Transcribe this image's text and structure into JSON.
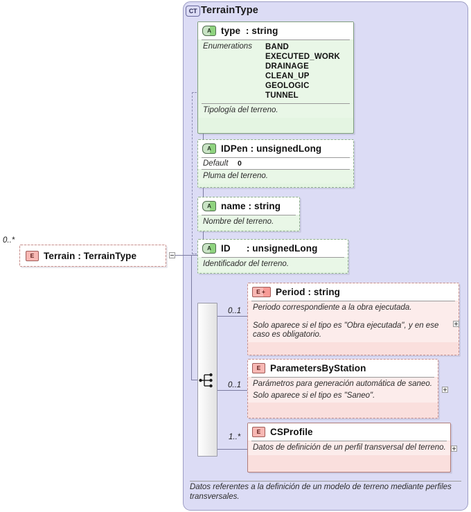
{
  "complex_type": {
    "badge": "CT",
    "name": "TerrainType",
    "annotation": "Datos referentes a la definición de un modelo de terreno mediante perfiles transversales."
  },
  "root_element": {
    "badge": "E",
    "label": "Terrain : TerrainType",
    "occurrence": "0..*",
    "toggle": "minus-toggle"
  },
  "attributes": [
    {
      "badge": "A",
      "name": "type",
      "separator": ":",
      "datatype": "string",
      "facet_label": "Enumerations",
      "enumerations": [
        "BAND",
        "EXECUTED_WORK",
        "DRAINAGE",
        "CLEAN_UP",
        "GEOLOGIC",
        "TUNNEL"
      ],
      "annotation": "Tipología del terreno."
    },
    {
      "badge": "A",
      "name": "IDPen",
      "separator": ":",
      "datatype": "unsignedLong",
      "default_label": "Default",
      "default_value": "0",
      "annotation": "Pluma del terreno."
    },
    {
      "badge": "A",
      "name": "name",
      "separator": ":",
      "datatype": "string",
      "annotation": "Nombre del terreno."
    },
    {
      "badge": "A",
      "name": "ID",
      "separator": ":",
      "datatype": "unsignedLong",
      "annotation": "Identificador del terreno."
    }
  ],
  "compositor": {
    "kind": "sequence-icon"
  },
  "child_elements": [
    {
      "badge": "E+",
      "label": "Period : string",
      "occurrence": "0..1",
      "annotation_line1": "Periodo correspondiente a la obra ejecutada.",
      "annotation_line2": "Solo aparece si el tipo es \"Obra ejecutada\", y en ese caso es obligatorio.",
      "expand": "plus-toggle"
    },
    {
      "badge": "E",
      "label": "ParametersByStation",
      "occurrence": "0..1",
      "annotation_line1": "Parámetros para generación automática de saneo.",
      "annotation_line2": "Solo aparece si el tipo es \"Saneo\".",
      "expand": "plus-toggle"
    },
    {
      "badge": "E",
      "label": "CSProfile",
      "occurrence": "1..*",
      "annotation_line1": "Datos de definición de un perfil transversal del terreno.",
      "annotation_line2": "",
      "expand": "plus-toggle"
    }
  ],
  "colors": {
    "container_fill": "#dcdcf5",
    "attribute_fill": "#e4f5e2",
    "element_fill": "#fadfdd",
    "connector": "#7b7ba0"
  }
}
